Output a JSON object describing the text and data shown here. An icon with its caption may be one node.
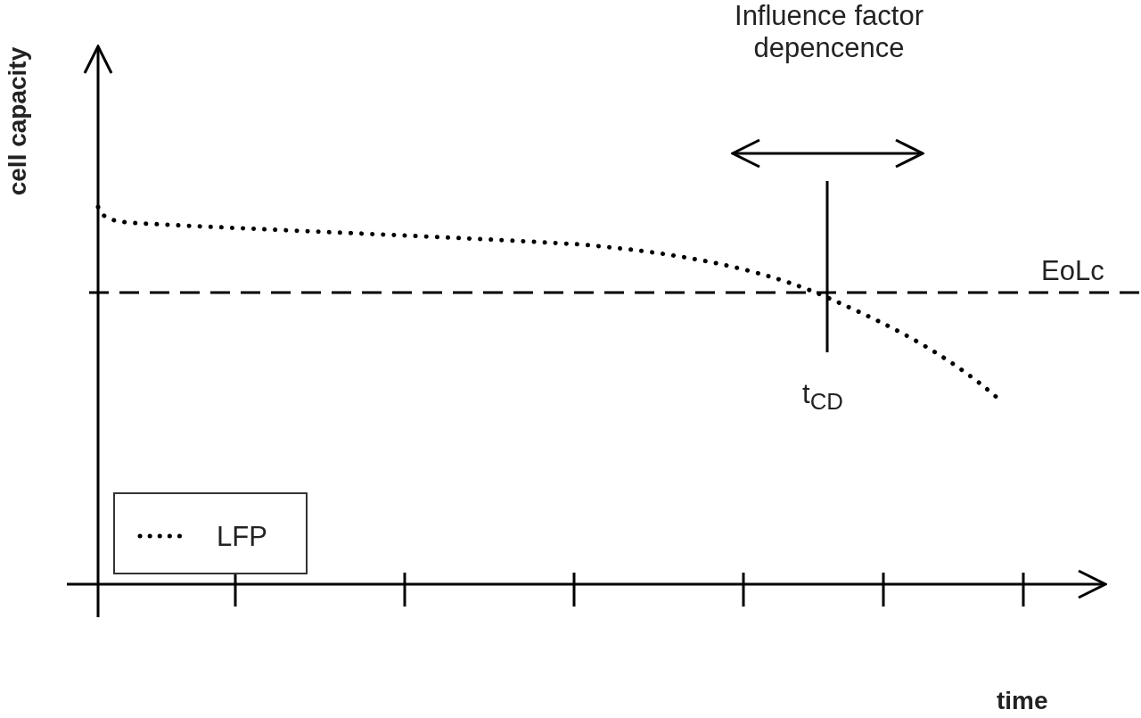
{
  "diagram": {
    "labels": [
      "Influence factor depencence",
      "cell capacity",
      "EoLc",
      "t$_{CD}$",
      "time"
    ],
    "legend": [
      {
        "text": "LFP"
      }
    ]
  }
}
